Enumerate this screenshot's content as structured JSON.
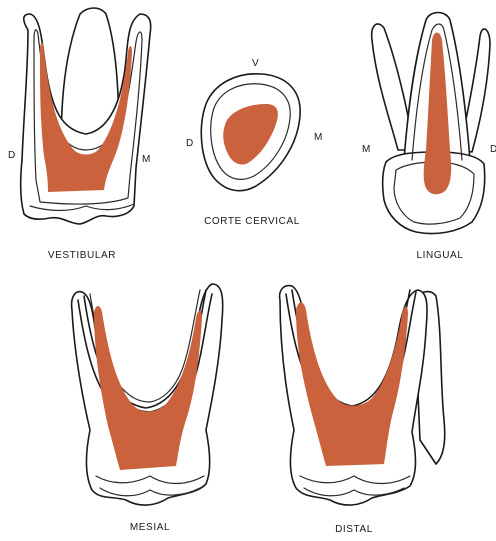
{
  "colors": {
    "pulp": "#c9623d",
    "line": "#1a1a1a",
    "background": "#ffffff"
  },
  "views": {
    "vestibular": {
      "title": "VESTIBULAR",
      "left_mark": "D",
      "right_mark": "M"
    },
    "cervical": {
      "title": "CORTE CERVICAL",
      "top_mark": "V",
      "left_mark": "D",
      "right_mark": "M"
    },
    "lingual": {
      "title": "LINGUAL",
      "left_mark": "M",
      "right_mark": "D"
    },
    "mesial": {
      "title": "MESIAL"
    },
    "distal": {
      "title": "DISTAL"
    }
  }
}
